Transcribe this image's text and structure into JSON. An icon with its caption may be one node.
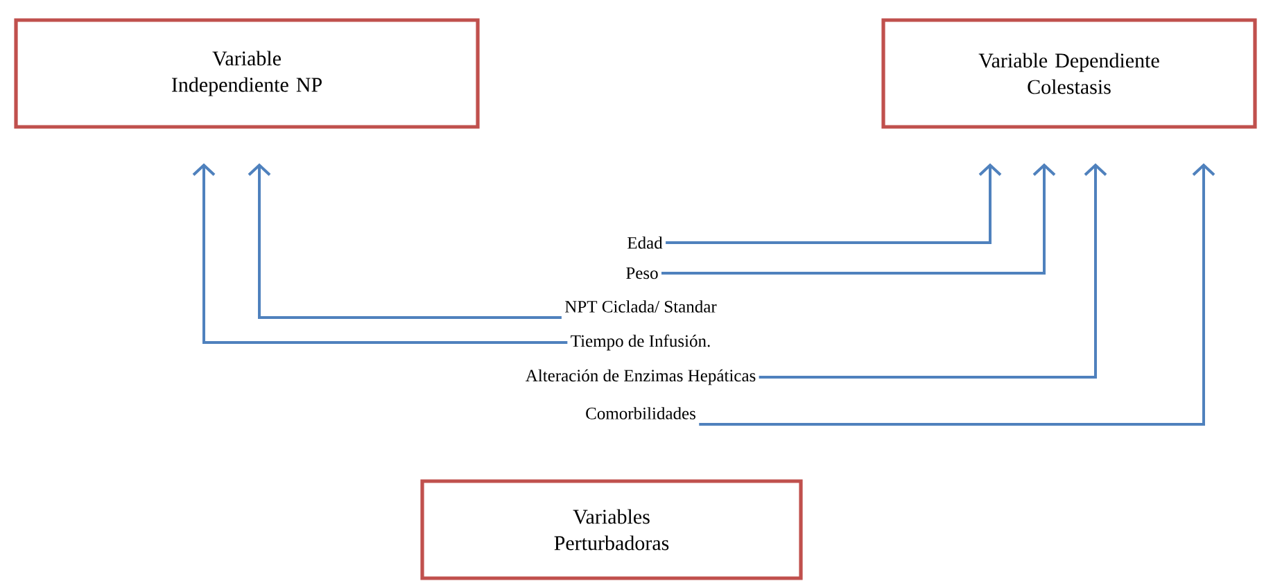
{
  "diagram": {
    "nodes": [
      {
        "text": [
          "Variable Independiente NP"
        ]
      },
      {
        "text": [
          "Variable Dependiente Colestasis"
        ]
      },
      {
        "text": [
          "Edad"
        ]
      },
      {
        "text": [
          "Peso"
        ]
      },
      {
        "text": [
          "NPT Ciclada/ Standar"
        ]
      },
      {
        "text": [
          "Tiempo de Infusión."
        ]
      },
      {
        "text": [
          "Alteración de Enzimas Hepáticas"
        ]
      },
      {
        "text": [
          "Comorbilidades"
        ]
      },
      {
        "text": [
          "Variables Perturbadoras"
        ]
      }
    ],
    "edges": [
      {
        "from": 2,
        "to": 1,
        "arrow": "to"
      },
      {
        "from": 3,
        "to": 1,
        "arrow": "to"
      },
      {
        "from": 4,
        "to": 0,
        "arrow": "to"
      },
      {
        "from": 5,
        "to": 0,
        "arrow": "to"
      },
      {
        "from": 6,
        "to": 1,
        "arrow": "to"
      },
      {
        "from": 7,
        "to": 1,
        "arrow": "to"
      }
    ]
  }
}
